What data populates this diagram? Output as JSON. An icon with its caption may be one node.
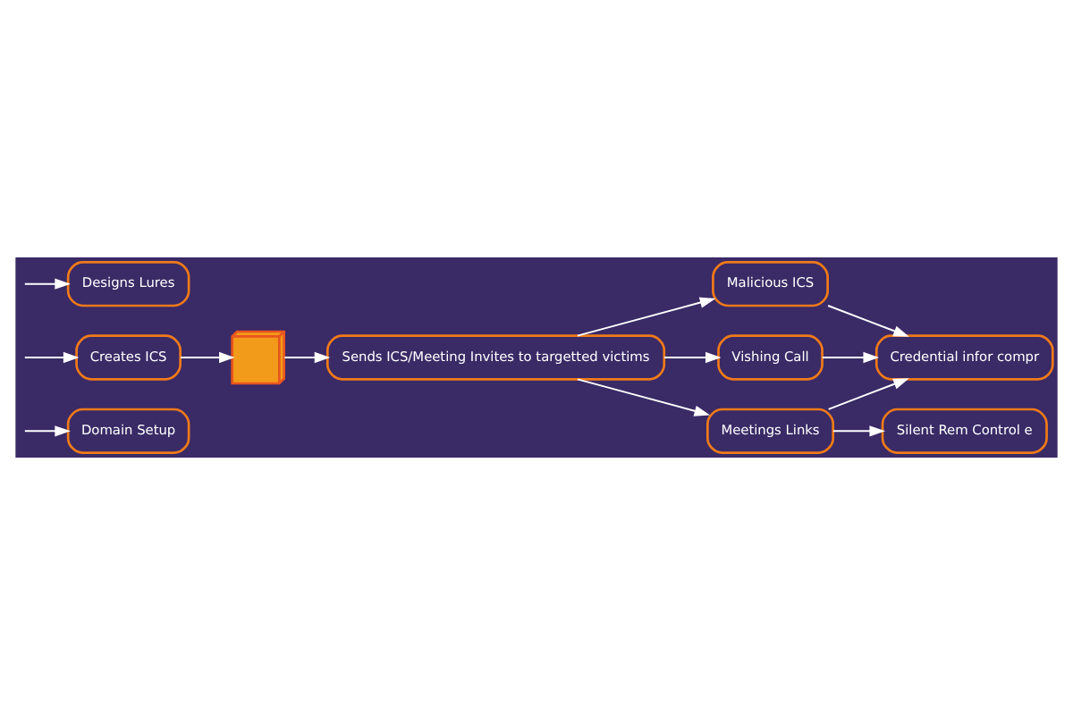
{
  "diagram": {
    "nodes": [
      {
        "text": [
          "Domain Setup"
        ]
      },
      {
        "text": [
          "Creates ICS"
        ]
      },
      {
        "text": [
          "Designs Lures"
        ]
      },
      {
        "text": [],
        "shape": "calendar"
      },
      {
        "text": [
          "Sends ICS/Meeting Invites to targetted victims"
        ]
      },
      {
        "text": [
          "Malicious ICS"
        ]
      },
      {
        "text": [
          "Vishing Call"
        ]
      },
      {
        "text": [
          "Meetings Links"
        ]
      },
      {
        "text": [
          "Credential infor compr"
        ]
      },
      {
        "text": [
          "Silent Rem Control e"
        ]
      }
    ],
    "edges": [
      {
        "from": null,
        "to": 0,
        "arrow": "to"
      },
      {
        "from": null,
        "to": 1,
        "arrow": "to"
      },
      {
        "from": null,
        "to": 2,
        "arrow": "to"
      },
      {
        "from": 1,
        "to": 3,
        "arrow": "to"
      },
      {
        "from": 3,
        "to": 4,
        "arrow": "to"
      },
      {
        "from": 4,
        "to": 5,
        "arrow": "to"
      },
      {
        "from": 4,
        "to": 6,
        "arrow": "to"
      },
      {
        "from": 4,
        "to": 7,
        "arrow": "to"
      },
      {
        "from": 5,
        "to": 8,
        "arrow": "to"
      },
      {
        "from": 6,
        "to": 8,
        "arrow": "to"
      },
      {
        "from": 7,
        "to": 8,
        "arrow": "to"
      },
      {
        "from": 7,
        "to": 9,
        "arrow": "to"
      }
    ]
  }
}
